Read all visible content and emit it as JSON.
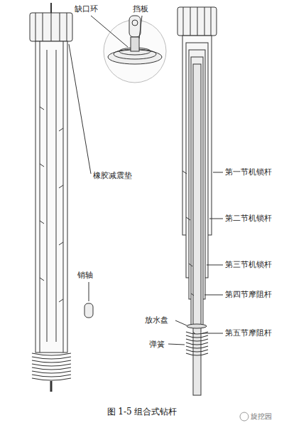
{
  "diagram": {
    "caption": "图 1-5 组合式钻杆",
    "labels": [
      "缺口环",
      "挡板",
      "橡胶减震垫",
      "销轴",
      "第一节机锁杆",
      "第二节机锁杆",
      "第三节机锁杆",
      "第四节摩阻杆",
      "第五节摩阻杆",
      "放水盘",
      "弹簧",
      "旋挖园"
    ]
  }
}
